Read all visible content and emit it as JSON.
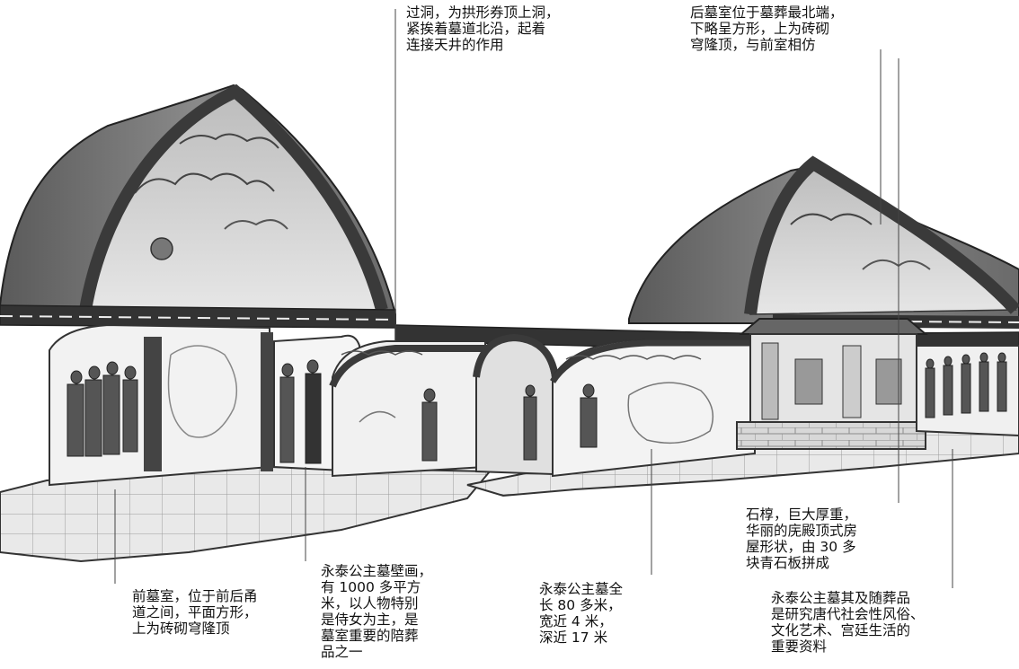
{
  "annotations": {
    "guodong": {
      "lines": [
        "过洞，为拱形券顶上洞，",
        "紧挨着墓道北沿，起着",
        "连接天井的作用"
      ]
    },
    "houmushi": {
      "lines": [
        "后墓室位于墓葬最北端，",
        "下略呈方形，上为砖砌",
        "穹隆顶，与前室相仿"
      ]
    },
    "shiguo": {
      "lines": [
        "石椁，巨大厚重，",
        "华丽的庑殿顶式房",
        "屋形状，由 30 多",
        "块青石板拼成"
      ]
    },
    "qianmushi": {
      "lines": [
        "前墓室，位于前后甬",
        "道之间，平面方形，",
        "上为砖砌穹隆顶"
      ]
    },
    "bihua": {
      "lines": [
        "永泰公主墓壁画，",
        "有 1000 多平方",
        "米，以人物特别",
        "是侍女为主，是",
        "墓室重要的陪葬",
        "品之一"
      ]
    },
    "dimensions": {
      "lines": [
        "永泰公主墓全",
        "长 80 多米，",
        "宽近 4 米，",
        "深近 17 米"
      ]
    },
    "significance": {
      "lines": [
        "永泰公主墓其及随葬品",
        "是研究唐代社会性风俗、",
        "文化艺术、宫廷生活的",
        "重要资料"
      ]
    }
  }
}
